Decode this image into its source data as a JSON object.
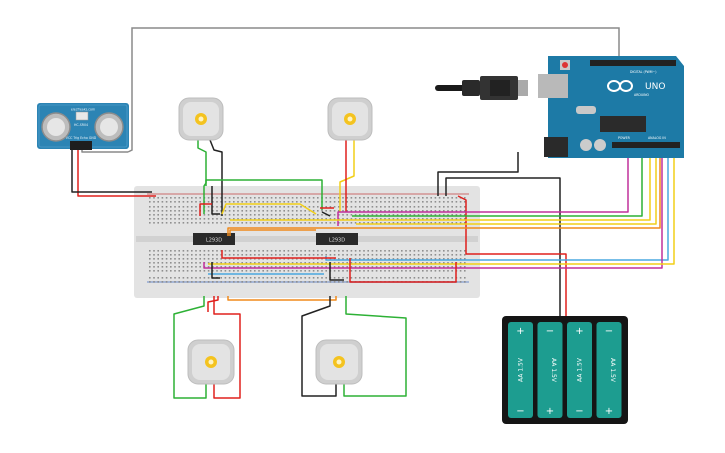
{
  "sensor": {
    "model": "HC-SR04",
    "brand": "elecfreaks.com",
    "pins": "VCC Trig Echo GND"
  },
  "drivers": [
    {
      "label": "L293D"
    },
    {
      "label": "L293D"
    }
  ],
  "arduino": {
    "brand": "ARDUINO",
    "model": "UNO",
    "power_label": "POWER",
    "analog_label": "ANALOG IN",
    "digital_label": "DIGITAL (PWM~)"
  },
  "battery": {
    "cells": [
      "AA 1.5V",
      "AA 1.5V",
      "AA 1.5V",
      "AA 1.5V"
    ]
  },
  "motors": [
    "top-left",
    "top-right",
    "bottom-left",
    "bottom-right"
  ],
  "colors": {
    "wire_red": "#e0201d",
    "wire_black": "#222222",
    "wire_green": "#2db135",
    "wire_yellow": "#f2cf18",
    "wire_orange": "#f08a1c",
    "wire_magenta": "#c1309c",
    "wire_blue": "#4aa8e0",
    "wire_gray": "#8a8a8a",
    "arduino_blue": "#1d7aa6",
    "sensor_blue": "#2c84b4",
    "battery_teal": "#1d9d90",
    "motor_gray": "#cfcfcf"
  }
}
